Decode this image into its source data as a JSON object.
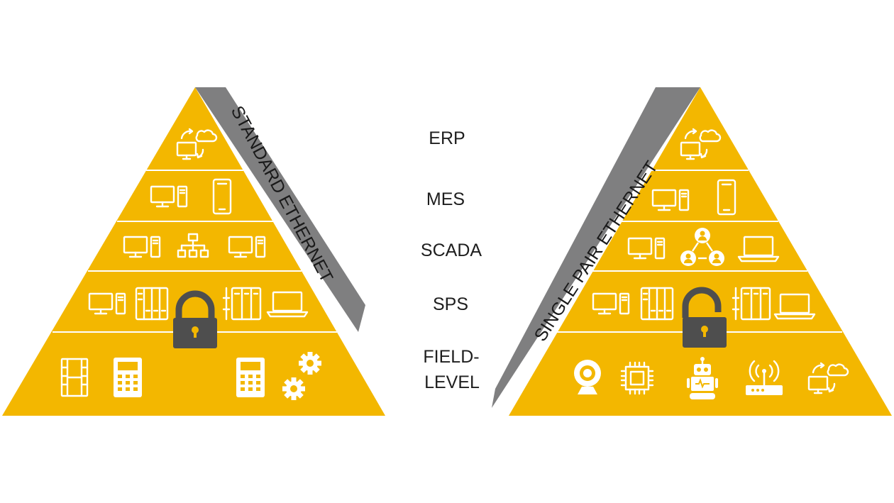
{
  "levels": [
    "ERP",
    "MES",
    "SCADA",
    "SPS",
    "FIELD-",
    "LEVEL"
  ],
  "left_pyramid": {
    "band_label": "STANDARD ETHERNET",
    "lock_state": "locked"
  },
  "right_pyramid": {
    "band_label": "SINGLE PAIR ETHERNET",
    "lock_state": "unlocked"
  },
  "colors": {
    "pyramid": "#F3B700",
    "divider": "#FFFFFF",
    "band": "#7F7F80",
    "lock": "#4E4E4E",
    "icons": "#FFFFFF"
  }
}
